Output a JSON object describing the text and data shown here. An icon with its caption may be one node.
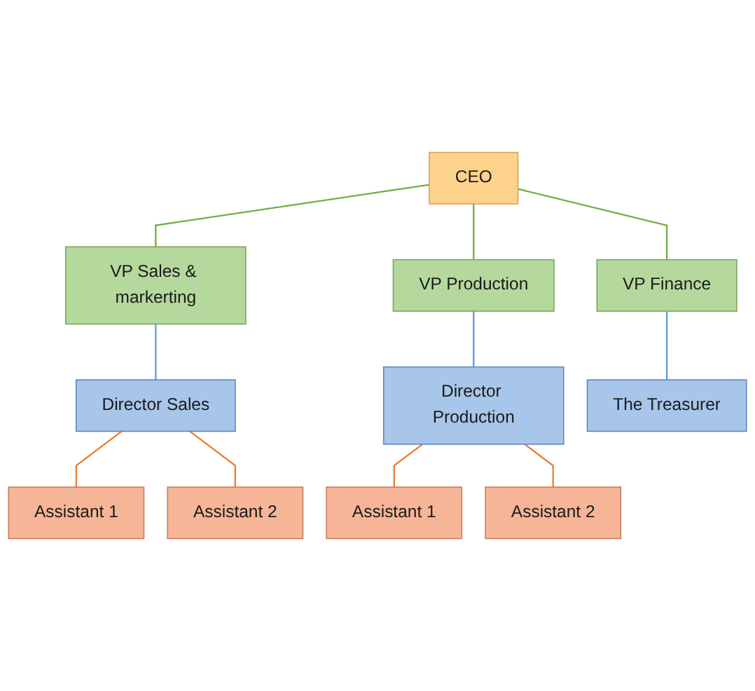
{
  "diagram": {
    "nodes": [
      {
        "text": [
          "CEO"
        ]
      },
      {
        "text": [
          "VP Sales & markerting"
        ]
      },
      {
        "text": [
          "VP Production"
        ]
      },
      {
        "text": [
          "VP Finance"
        ]
      },
      {
        "text": [
          "Director Sales"
        ]
      },
      {
        "text": [
          "Director Production"
        ]
      },
      {
        "text": [
          "The Treasurer"
        ]
      },
      {
        "text": [
          "Assistant 1"
        ]
      },
      {
        "text": [
          "Assistant 2"
        ]
      },
      {
        "text": [
          "Assistant 1"
        ]
      },
      {
        "text": [
          "Assistant 2"
        ]
      }
    ],
    "edges": [
      {
        "from": 0,
        "to": 1,
        "arrow": "none",
        "color": "#70ad47"
      },
      {
        "from": 0,
        "to": 2,
        "arrow": "none",
        "color": "#70ad47"
      },
      {
        "from": 0,
        "to": 3,
        "arrow": "none",
        "color": "#70ad47"
      },
      {
        "from": 1,
        "to": 4,
        "arrow": "none",
        "color": "#5b9bd5"
      },
      {
        "from": 2,
        "to": 5,
        "arrow": "none",
        "color": "#5b9bd5"
      },
      {
        "from": 3,
        "to": 6,
        "arrow": "none",
        "color": "#5b9bd5"
      },
      {
        "from": 4,
        "to": 7,
        "arrow": "none",
        "color": "#ed7d31"
      },
      {
        "from": 4,
        "to": 8,
        "arrow": "none",
        "color": "#ed7d31"
      },
      {
        "from": 5,
        "to": 9,
        "arrow": "none",
        "color": "#ed7d31"
      },
      {
        "from": 5,
        "to": 10,
        "arrow": "none",
        "color": "#ed7d31"
      }
    ]
  }
}
